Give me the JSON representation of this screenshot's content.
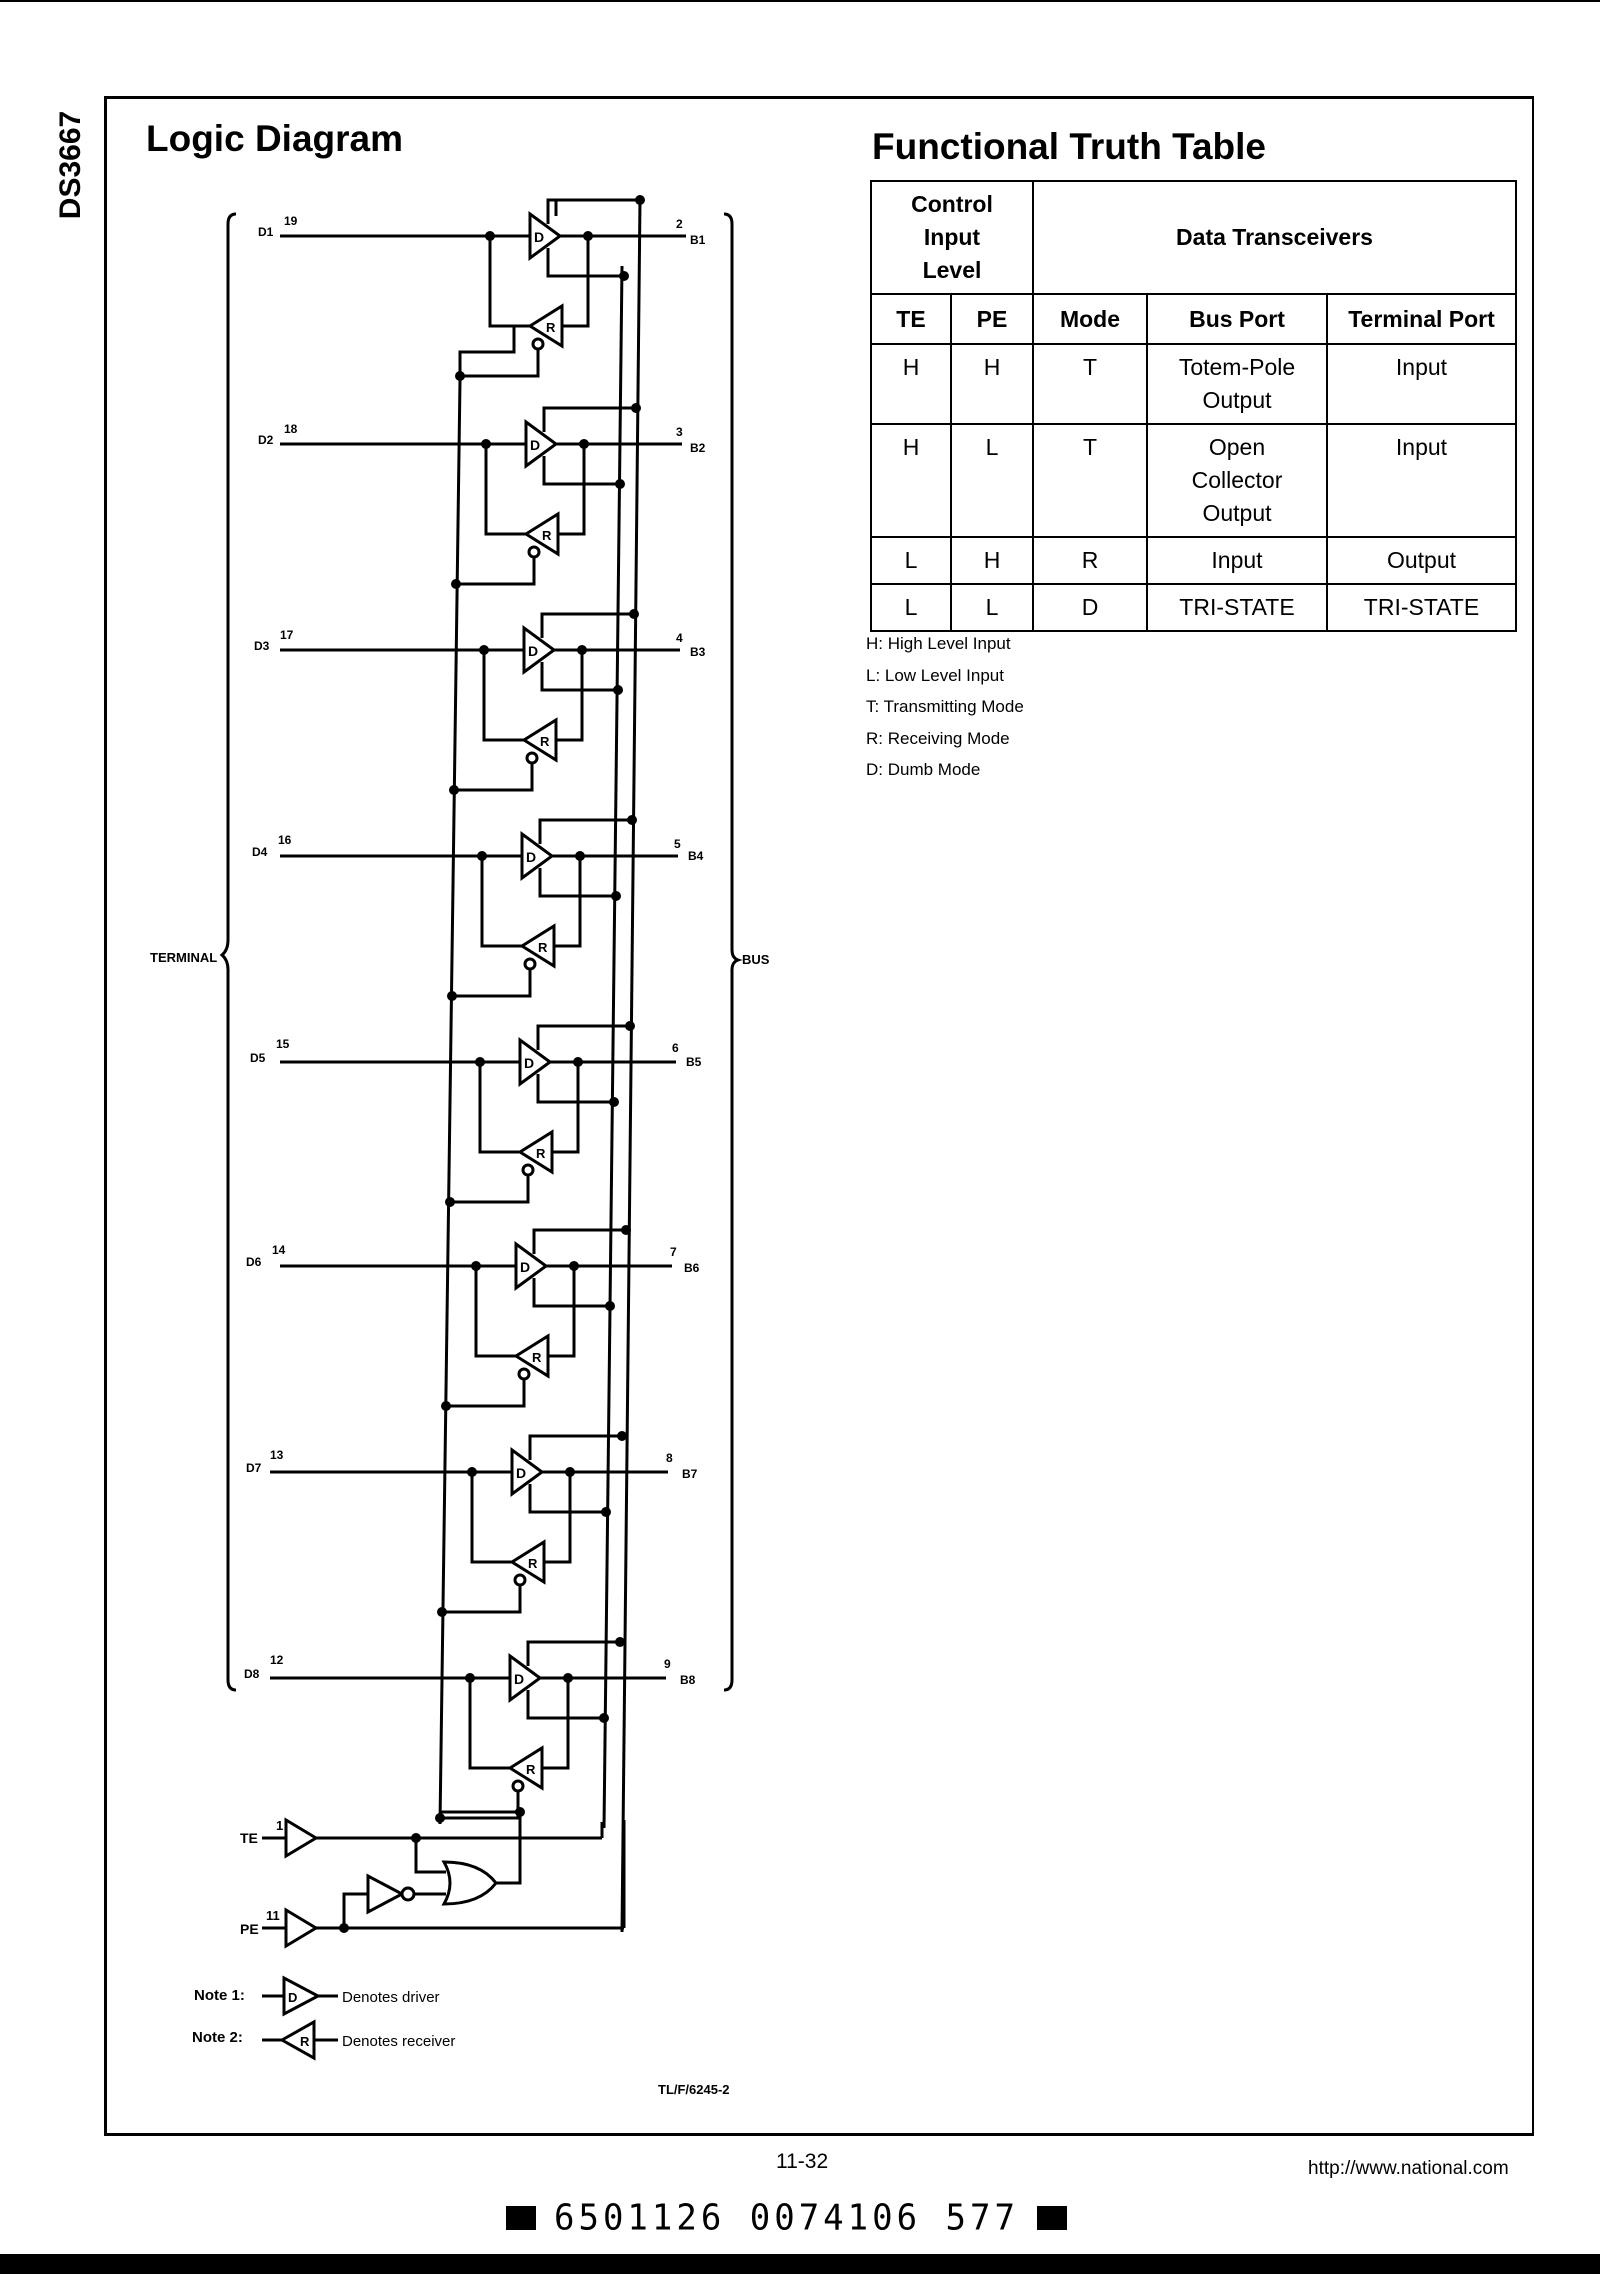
{
  "page": {
    "side_code": "DS3667",
    "page_number": "11-32",
    "url": "http://www.national.com",
    "barcode_text": "6501126 0074106 577"
  },
  "logic_diagram": {
    "title": "Logic Diagram",
    "group_terminal_label": "TERMINAL",
    "group_bus_label": "BUS",
    "channels": [
      {
        "input_label": "D1",
        "input_pin": "19",
        "output_label": "B1",
        "output_pin": "2"
      },
      {
        "input_label": "D2",
        "input_pin": "18",
        "output_label": "B2",
        "output_pin": "3"
      },
      {
        "input_label": "D3",
        "input_pin": "17",
        "output_label": "B3",
        "output_pin": "4"
      },
      {
        "input_label": "D4",
        "input_pin": "16",
        "output_label": "B4",
        "output_pin": "5"
      },
      {
        "input_label": "D5",
        "input_pin": "15",
        "output_label": "B5",
        "output_pin": "6"
      },
      {
        "input_label": "D6",
        "input_pin": "14",
        "output_label": "B6",
        "output_pin": "7"
      },
      {
        "input_label": "D7",
        "input_pin": "13",
        "output_label": "B7",
        "output_pin": "8"
      },
      {
        "input_label": "D8",
        "input_pin": "12",
        "output_label": "B8",
        "output_pin": "9"
      }
    ],
    "driver_glyph": "D",
    "receiver_glyph": "R",
    "control_inputs": [
      {
        "label": "TE",
        "pin": "1"
      },
      {
        "label": "PE",
        "pin": "11"
      }
    ],
    "notes": [
      {
        "label": "Note 1:",
        "glyph": "D",
        "text": "Denotes driver"
      },
      {
        "label": "Note 2:",
        "glyph": "R",
        "text": "Denotes receiver"
      }
    ],
    "figure_id": "TL/F/6245-2"
  },
  "truth_table": {
    "title": "Functional Truth Table",
    "group_headers": {
      "control": "Control Input Level",
      "control_lines": [
        "Control",
        "Input",
        "Level"
      ],
      "data": "Data Transceivers"
    },
    "columns": [
      "TE",
      "PE",
      "Mode",
      "Bus Port",
      "Terminal Port"
    ],
    "rows": [
      {
        "te": "H",
        "pe": "H",
        "mode": "T",
        "bus_port_lines": [
          "Totem-Pole",
          "Output"
        ],
        "terminal_port": "Input"
      },
      {
        "te": "H",
        "pe": "L",
        "mode": "T",
        "bus_port_lines": [
          "Open",
          "Collector",
          "Output"
        ],
        "terminal_port": "Input"
      },
      {
        "te": "L",
        "pe": "H",
        "mode": "R",
        "bus_port_lines": [
          "Input"
        ],
        "terminal_port": "Output"
      },
      {
        "te": "L",
        "pe": "L",
        "mode": "D",
        "bus_port_lines": [
          "TRI-STATE"
        ],
        "terminal_port": "TRI-STATE"
      }
    ],
    "legend": [
      "H: High Level Input",
      "L: Low Level Input",
      "T: Transmitting Mode",
      "R: Receiving Mode",
      "D: Dumb Mode"
    ]
  }
}
